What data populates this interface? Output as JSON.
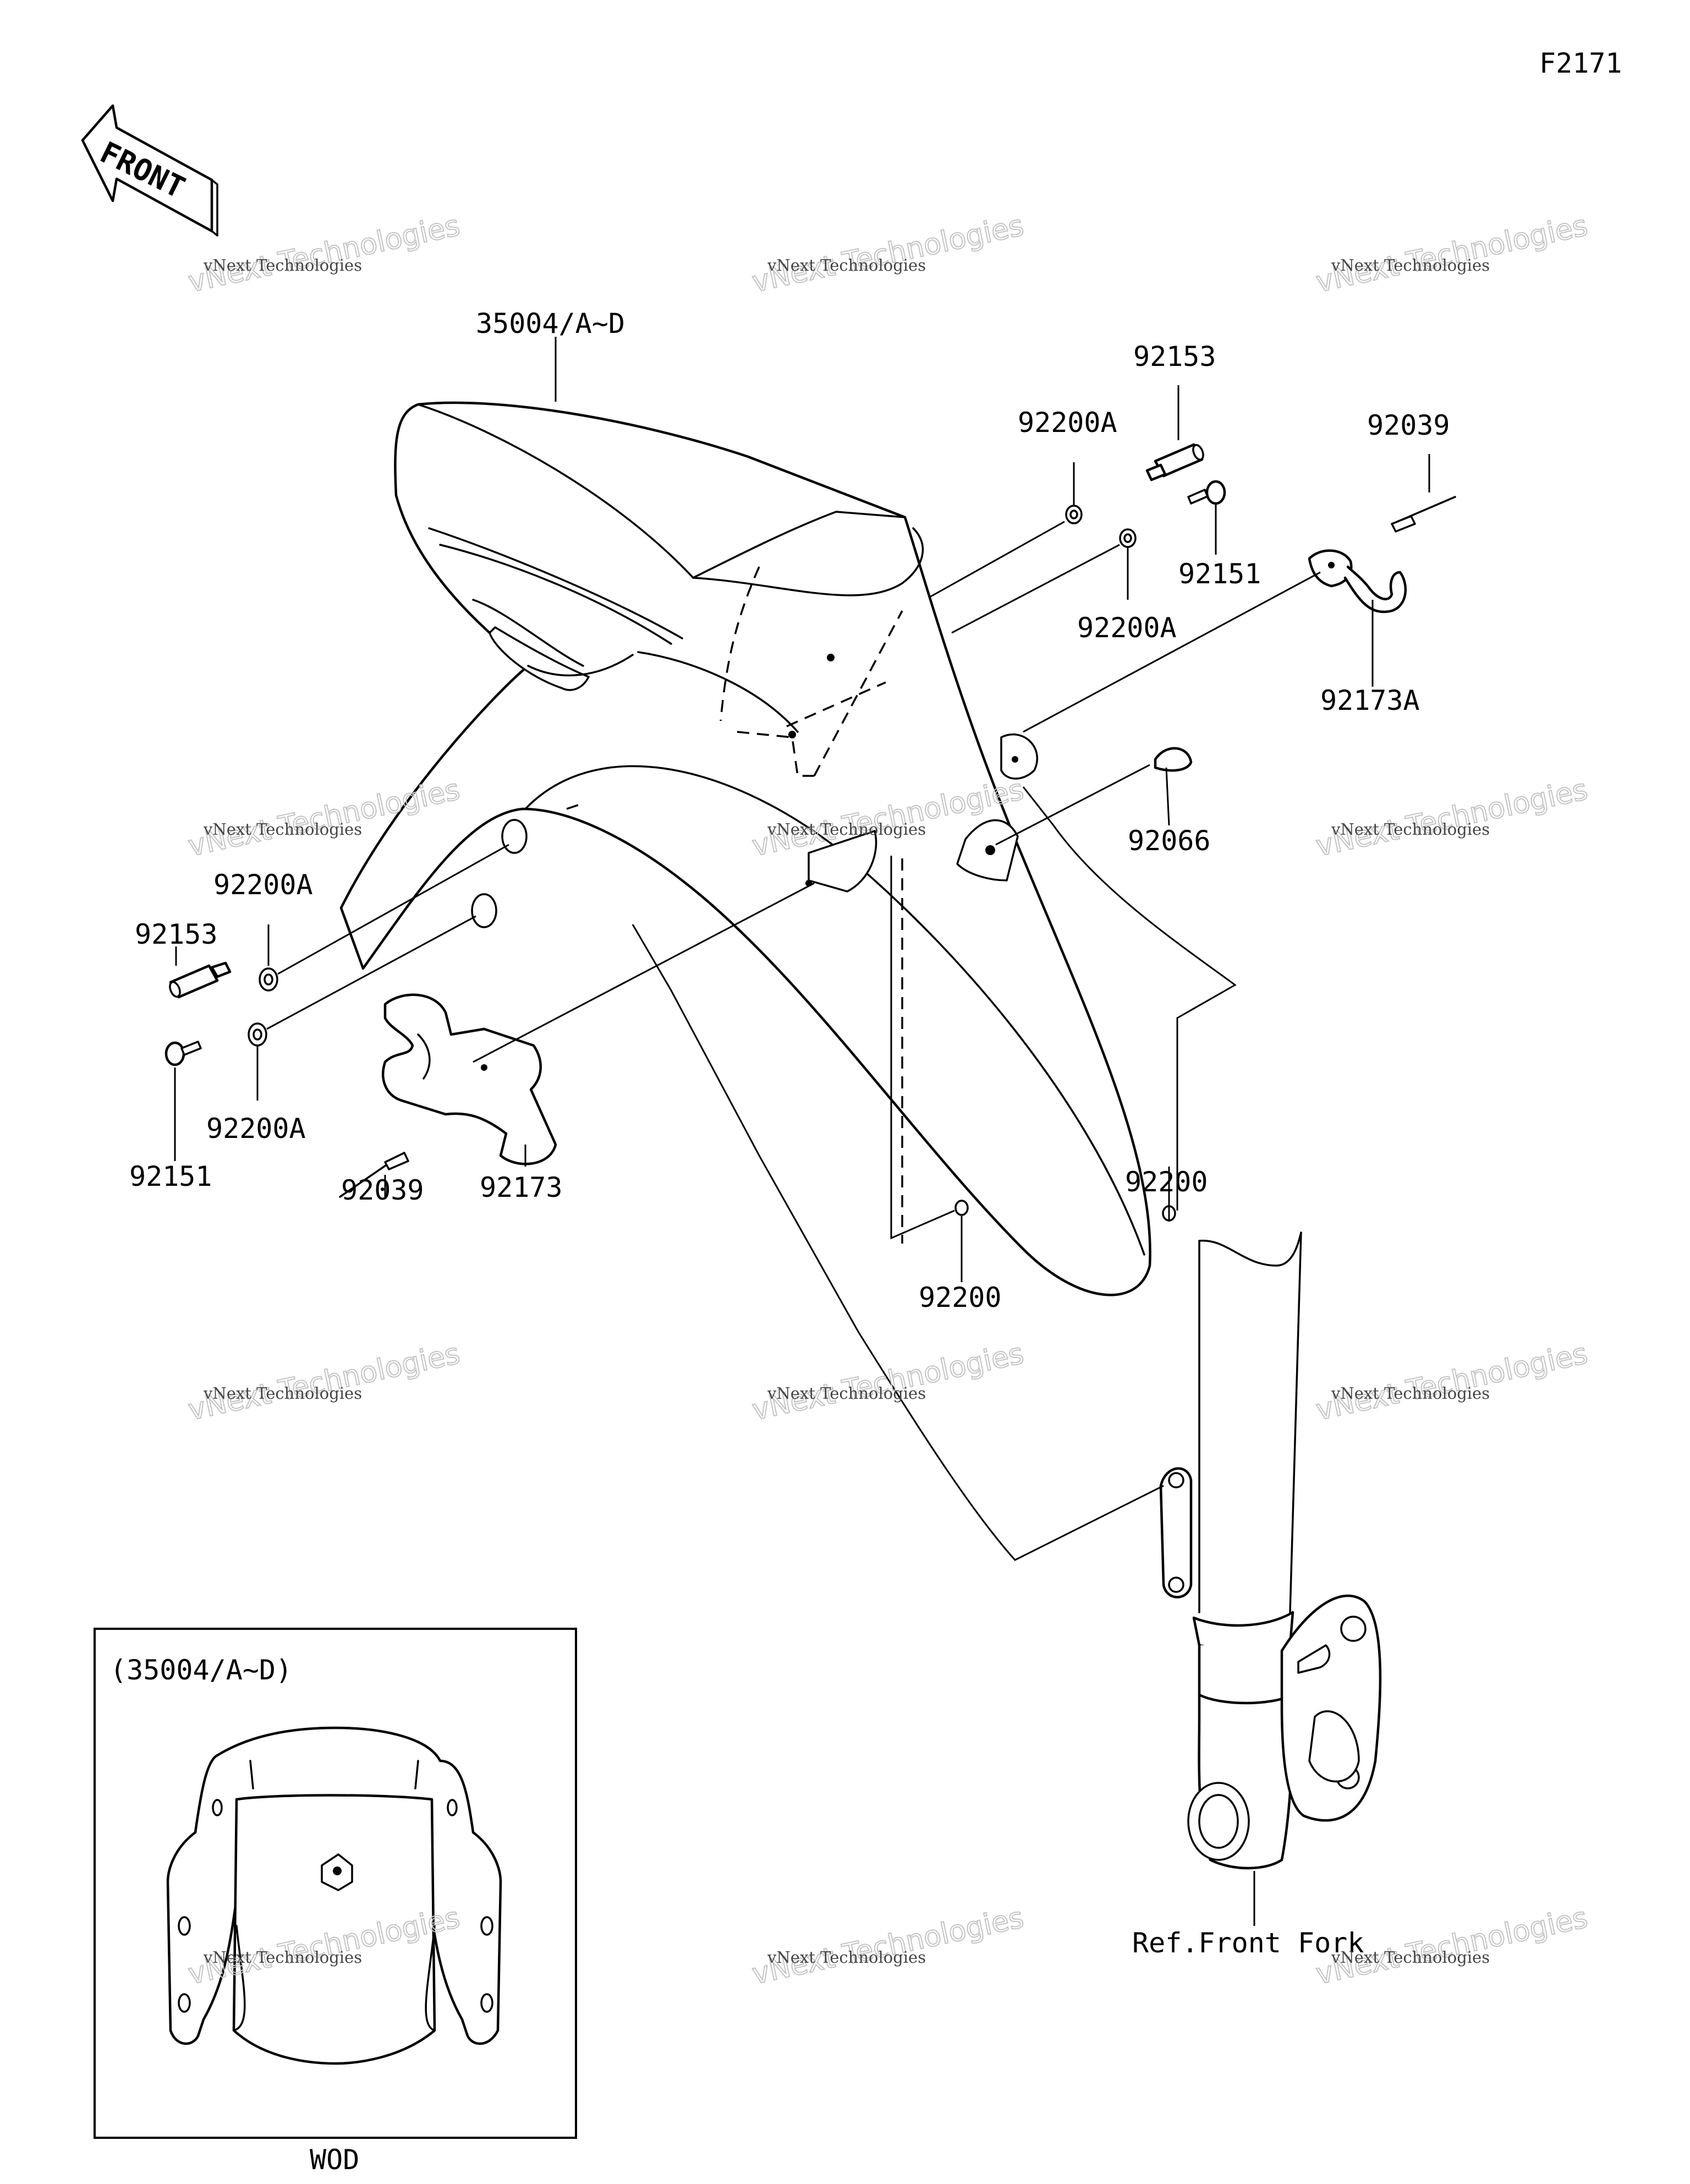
{
  "diagram": {
    "figure_code": "F2171",
    "front_arrow_label": "FRONT",
    "inset_title": "(35004/A~D)",
    "inset_caption": "WOD",
    "reference_label": "Ref.Front Fork",
    "part_labels": [
      "35004/A~D",
      "92153",
      "92200A",
      "92039",
      "92151",
      "92200A",
      "92173A",
      "92066",
      "92200A",
      "92153",
      "92151",
      "92200A",
      "92039",
      "92173",
      "92200",
      "92200"
    ],
    "watermark": {
      "line1": "vNext Technologies",
      "line2": "vNext Technologies"
    }
  }
}
